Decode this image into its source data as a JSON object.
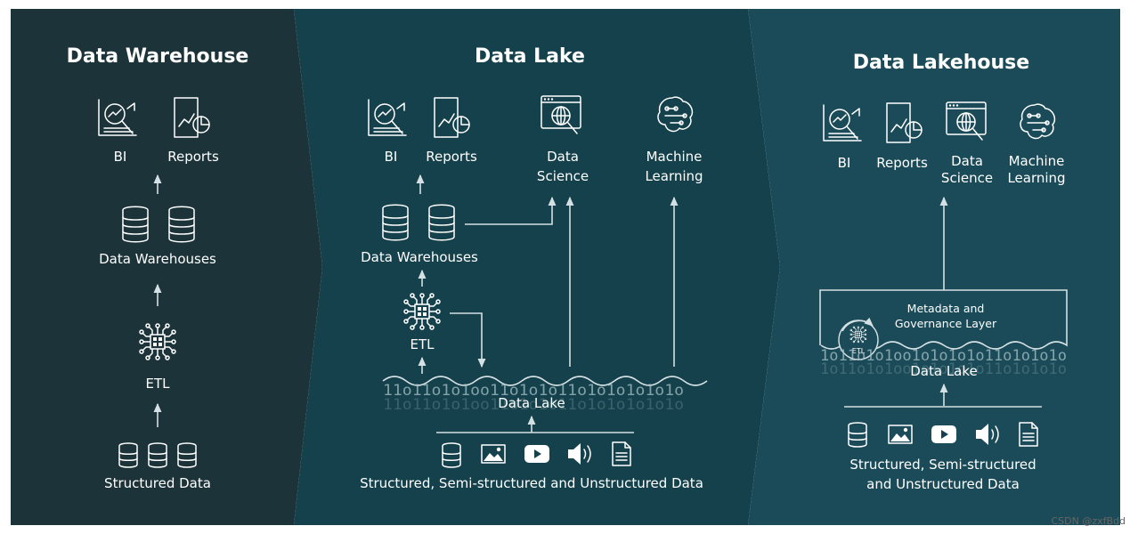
{
  "warehouse": {
    "title": "Data Warehouse",
    "bi": "BI",
    "reports": "Reports",
    "storage": "Data Warehouses",
    "etl": "ETL",
    "source": "Structured Data"
  },
  "lake": {
    "title": "Data Lake",
    "bi": "BI",
    "reports": "Reports",
    "ds_line1": "Data",
    "ds_line2": "Science",
    "ml_line1": "Machine",
    "ml_line2": "Learning",
    "storage": "Data Warehouses",
    "etl": "ETL",
    "lake": "Data Lake",
    "binary": "11o11o1o1oo11o1o1o11o1o1o1o1o1o",
    "source": "Structured, Semi-structured and Unstructured Data"
  },
  "lakehouse": {
    "title": "Data Lakehouse",
    "bi": "BI",
    "reports": "Reports",
    "ds_line1": "Data",
    "ds_line2": "Science",
    "ml_line1": "Machine",
    "ml_line2": "Learning",
    "meta_line1": "Metadata and",
    "meta_line2": "Governance Layer",
    "etl": "ETL",
    "lake": "Data Lake",
    "binary": "1o11o1o1oo1o1o1o1o11o1o1o1o",
    "source_line1": "Structured, Semi-structured",
    "source_line2": "and Unstructured Data"
  },
  "watermark": "CSDN @zxfBdd",
  "colors": {
    "panel_warehouse": "#1c3439",
    "panel_lake": "#14414b",
    "panel_lakehouse": "#1b4b58",
    "line": "#d4e0e3"
  }
}
